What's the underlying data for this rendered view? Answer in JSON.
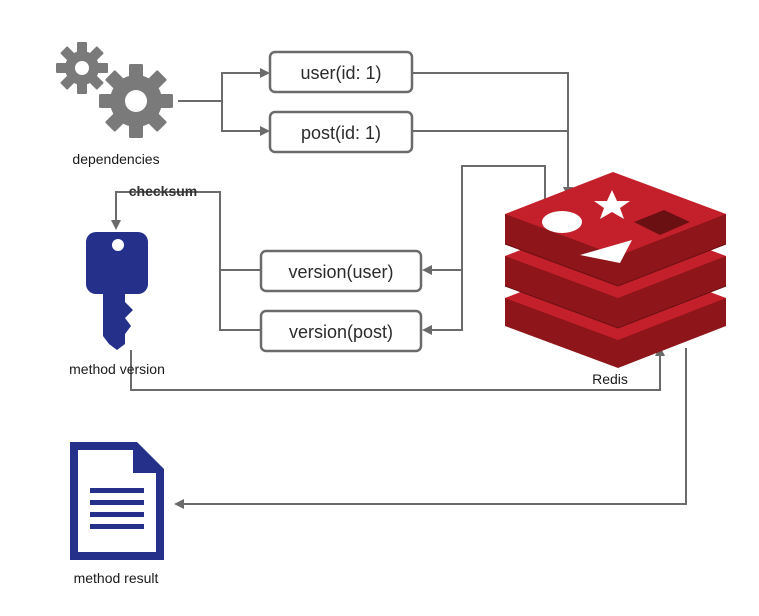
{
  "labels": {
    "dependencies": "dependencies",
    "checksum": "checksum",
    "method_version": "method version",
    "redis": "Redis",
    "method_result": "method result"
  },
  "boxes": {
    "user": "user(id: 1)",
    "post": "post(id: 1)",
    "version_user": "version(user)",
    "version_post": "version(post)"
  },
  "colors": {
    "line": "#6b6b6b",
    "gear": "#7a7a7a",
    "navy": "#25308a",
    "redis_red": "#c4202b",
    "redis_dark": "#8e1519"
  },
  "icons": {
    "gears": "gears-icon",
    "key": "key-icon",
    "redis": "redis-logo-icon",
    "document": "document-icon"
  }
}
